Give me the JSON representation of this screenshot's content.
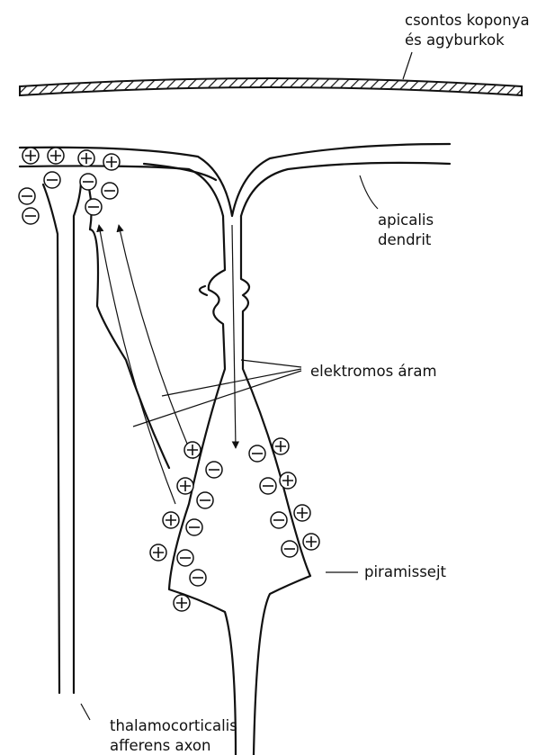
{
  "labels": {
    "skull_line1": "csontos koponya",
    "skull_line2": "és agyburkok",
    "apical_line1": "apicalis",
    "apical_line2": "dendrit",
    "current": "elektromos áram",
    "pyramidal": "piramissejt",
    "axon_line1": "thalamocorticalis",
    "axon_line2": "afferens axon"
  },
  "icons": {
    "plus": "plus-charge-icon",
    "minus": "minus-charge-icon"
  },
  "colors": {
    "ink": "#111111",
    "background": "#ffffff"
  }
}
